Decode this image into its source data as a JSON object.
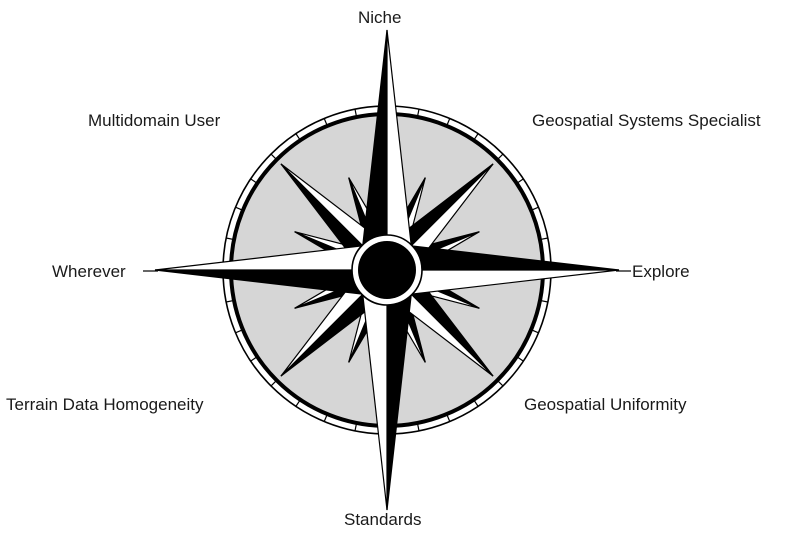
{
  "compass": {
    "colors": {
      "ring_fill": "#d6d6d6",
      "ink": "#000000",
      "paper": "#ffffff"
    },
    "labels": {
      "north": "Niche",
      "northeast": "Geospatial Systems Specialist",
      "east": "Explore",
      "southeast": "Geospatial Uniformity",
      "south": "Standards",
      "southwest": "Terrain Data Homogeneity",
      "west": "Wherever",
      "northwest": "Multidomain User"
    }
  }
}
